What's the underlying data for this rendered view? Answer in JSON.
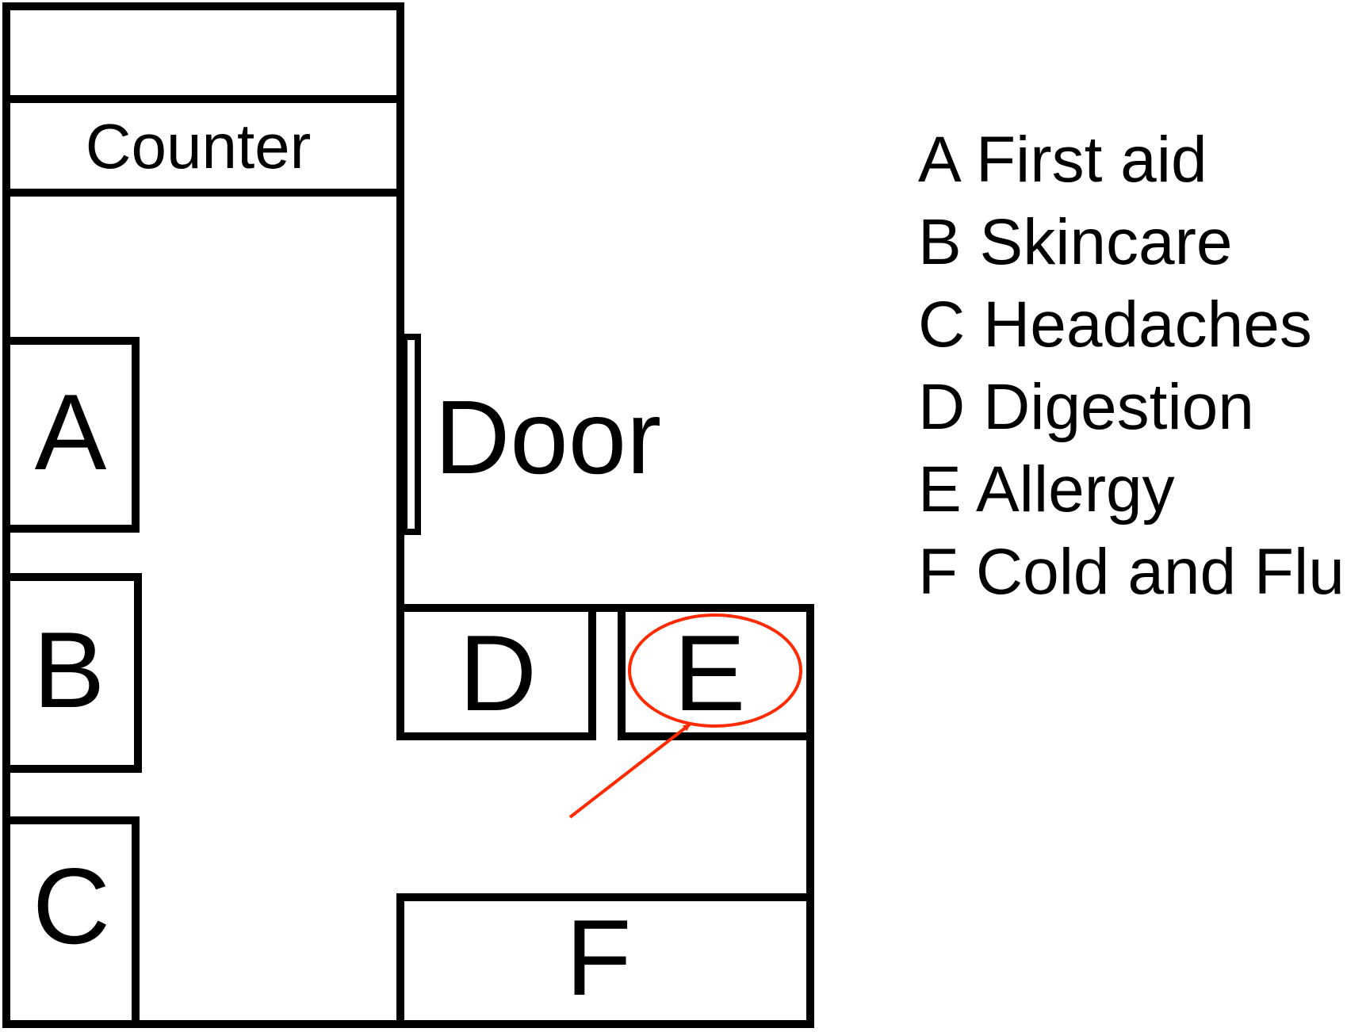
{
  "floor_plan": {
    "counter_label": "Counter",
    "door_label": "Door",
    "shelves": [
      {
        "id": "A",
        "label": "A"
      },
      {
        "id": "B",
        "label": "B"
      },
      {
        "id": "C",
        "label": "C"
      },
      {
        "id": "D",
        "label": "D"
      },
      {
        "id": "E",
        "label": "E"
      },
      {
        "id": "F",
        "label": "F"
      }
    ],
    "highlighted_shelf": "E",
    "highlight_color": "#ff2a00"
  },
  "legend": {
    "items": [
      {
        "letter": "A",
        "text": "First aid"
      },
      {
        "letter": "B",
        "text": "Skincare"
      },
      {
        "letter": "C",
        "text": "Headaches"
      },
      {
        "letter": "D",
        "text": "Digestion"
      },
      {
        "letter": "E",
        "text": "Allergy"
      },
      {
        "letter": "F",
        "text": "Cold and Flu"
      }
    ]
  }
}
